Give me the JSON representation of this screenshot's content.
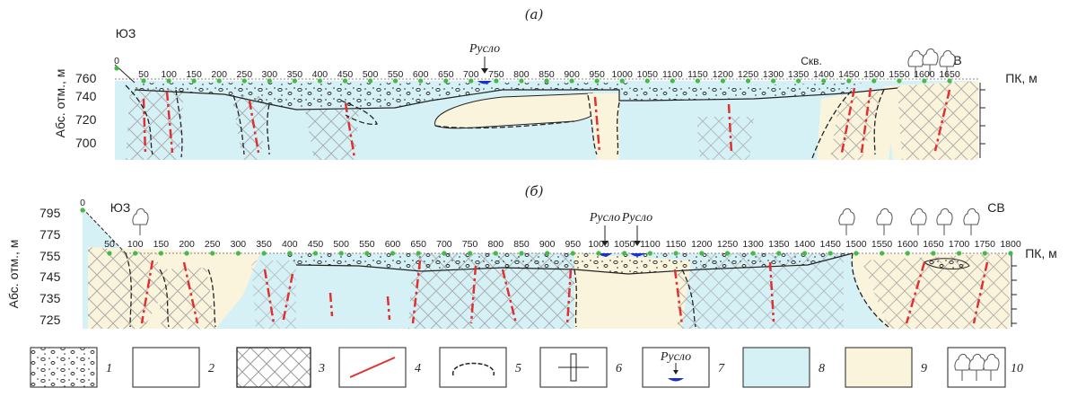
{
  "colors": {
    "water": "#d6f1f6",
    "sand": "#fbf4dc",
    "fault": "#e03030",
    "hatch": "#9a9a9a",
    "green": "#44bb44",
    "channel": "#1a2fd0",
    "outline": "#222222"
  },
  "panel_a": {
    "label": "(а)",
    "left_direction": "ЮЗ",
    "right_direction": "СВ",
    "y_axis_label": "Абс. отм., м",
    "x_axis_label": "ПК, м",
    "y_ticks": [
      "760",
      "740",
      "720",
      "700"
    ],
    "pk_labels": [
      "0",
      "50",
      "100",
      "150",
      "200",
      "250",
      "300",
      "350",
      "400",
      "450",
      "500",
      "550",
      "600",
      "650",
      "700",
      "750",
      "800",
      "850",
      "900",
      "950",
      "1000",
      "1050",
      "1100",
      "1150",
      "1200",
      "1250",
      "1300",
      "1350",
      "1400",
      "1450",
      "1500",
      "1550",
      "1600",
      "1650"
    ],
    "channel_label": "Русло",
    "well_label": "Скв."
  },
  "panel_b": {
    "label": "(б)",
    "left_direction": "ЮЗ",
    "right_direction": "СВ",
    "y_axis_label": "Абс. отм., м",
    "x_axis_label": "ПК, м",
    "y_ticks": [
      "795",
      "775",
      "755",
      "745",
      "735",
      "725"
    ],
    "pk_labels": [
      "0",
      "50",
      "100",
      "150",
      "200",
      "250",
      "300",
      "350",
      "400",
      "450",
      "500",
      "550",
      "600",
      "650",
      "700",
      "750",
      "800",
      "850",
      "900",
      "950",
      "1000",
      "1050",
      "1100",
      "1150",
      "1200",
      "1250",
      "1300",
      "1350",
      "1400",
      "1450",
      "1500",
      "1550",
      "1600",
      "1650",
      "1700",
      "1750",
      "1800"
    ],
    "channel_labels": [
      "Русло",
      "Русло"
    ]
  },
  "legend": {
    "items": [
      {
        "num": "1",
        "icon": "gravel-pattern"
      },
      {
        "num": "2",
        "icon": "blank-fill"
      },
      {
        "num": "3",
        "icon": "crosshatch-pattern"
      },
      {
        "num": "4",
        "icon": "red-fault-line"
      },
      {
        "num": "5",
        "icon": "hachured-contour"
      },
      {
        "num": "6",
        "icon": "borehole-symbol"
      },
      {
        "num": "7",
        "icon": "channel-symbol",
        "text": "Русло"
      },
      {
        "num": "8",
        "icon": "water-fill"
      },
      {
        "num": "9",
        "icon": "sand-fill"
      },
      {
        "num": "10",
        "icon": "tree-row"
      }
    ]
  }
}
